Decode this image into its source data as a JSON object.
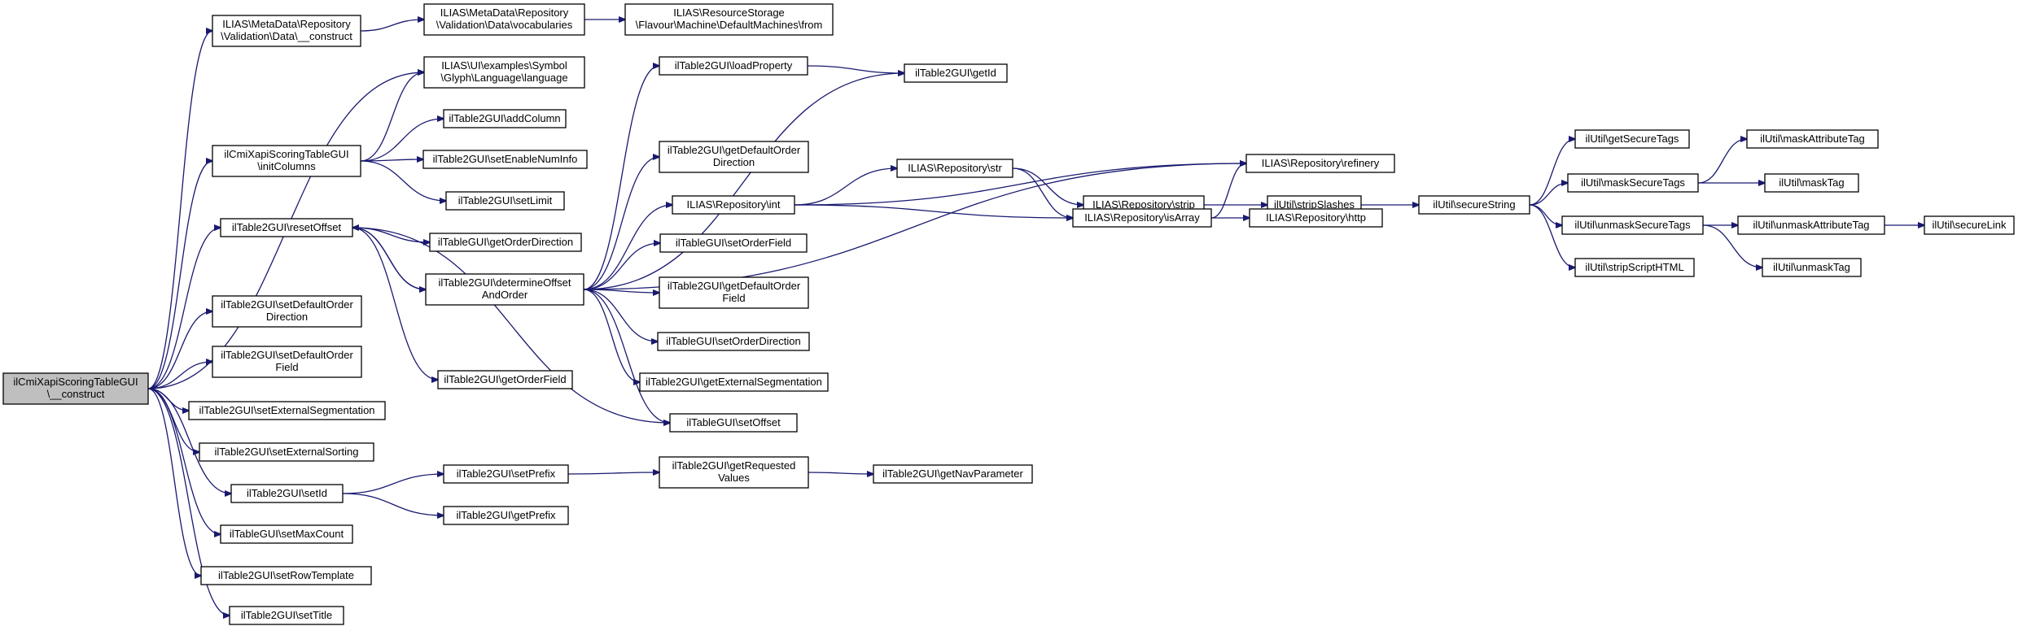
{
  "graph": {
    "edge_color": "#191970",
    "root_fill": "#bfbfbf",
    "node_fill": "#ffffff",
    "nodes": [
      {
        "id": "n0",
        "lines": [
          "ilCmiXapiScoringTableGUI",
          "\\__construct"
        ],
        "root": true
      },
      {
        "id": "n1",
        "lines": [
          "ILIAS\\MetaData\\Repository",
          "\\Validation\\Data\\__construct"
        ]
      },
      {
        "id": "n2",
        "lines": [
          "ILIAS\\MetaData\\Repository",
          "\\Validation\\Data\\vocabularies"
        ]
      },
      {
        "id": "n3",
        "lines": [
          "ILIAS\\ResourceStorage",
          "\\Flavour\\Machine\\DefaultMachines\\from"
        ]
      },
      {
        "id": "n4",
        "lines": [
          "ILIAS\\UI\\examples\\Symbol",
          "\\Glyph\\Language\\language"
        ]
      },
      {
        "id": "n5",
        "lines": [
          "ilCmiXapiScoringTableGUI",
          "\\initColumns"
        ]
      },
      {
        "id": "n6",
        "lines": [
          "ilTable2GUI\\addColumn"
        ]
      },
      {
        "id": "n7",
        "lines": [
          "ilTable2GUI\\setEnableNumInfo"
        ]
      },
      {
        "id": "n8",
        "lines": [
          "ilTable2GUI\\setLimit"
        ]
      },
      {
        "id": "n9",
        "lines": [
          "ilTable2GUI\\resetOffset"
        ]
      },
      {
        "id": "n10",
        "lines": [
          "ilTableGUI\\getOrderDirection"
        ]
      },
      {
        "id": "n11",
        "lines": [
          "ilTable2GUI\\determineOffset",
          "AndOrder"
        ]
      },
      {
        "id": "n12",
        "lines": [
          "ilTable2GUI\\getOrderField"
        ]
      },
      {
        "id": "n13",
        "lines": [
          "ilTable2GUI\\setDefaultOrder",
          "Direction"
        ]
      },
      {
        "id": "n14",
        "lines": [
          "ilTable2GUI\\setDefaultOrder",
          "Field"
        ]
      },
      {
        "id": "n15",
        "lines": [
          "ilTable2GUI\\setExternalSegmentation"
        ]
      },
      {
        "id": "n16",
        "lines": [
          "ilTable2GUI\\setExternalSorting"
        ]
      },
      {
        "id": "n17",
        "lines": [
          "ilTable2GUI\\setId"
        ]
      },
      {
        "id": "n18",
        "lines": [
          "ilTable2GUI\\setPrefix"
        ]
      },
      {
        "id": "n19",
        "lines": [
          "ilTable2GUI\\getPrefix"
        ]
      },
      {
        "id": "n20",
        "lines": [
          "ilTable2GUI\\getRequested",
          "Values"
        ]
      },
      {
        "id": "n21",
        "lines": [
          "ilTable2GUI\\getNavParameter"
        ]
      },
      {
        "id": "n22",
        "lines": [
          "ilTableGUI\\setMaxCount"
        ]
      },
      {
        "id": "n23",
        "lines": [
          "ilTable2GUI\\setRowTemplate"
        ]
      },
      {
        "id": "n24",
        "lines": [
          "ilTable2GUI\\setTitle"
        ]
      },
      {
        "id": "n25",
        "lines": [
          "ilTable2GUI\\loadProperty"
        ]
      },
      {
        "id": "n26",
        "lines": [
          "ilTable2GUI\\getId"
        ]
      },
      {
        "id": "n27",
        "lines": [
          "ilTable2GUI\\getDefaultOrder",
          "Direction"
        ]
      },
      {
        "id": "n28",
        "lines": [
          "ILIAS\\Repository\\int"
        ]
      },
      {
        "id": "n29",
        "lines": [
          "ilTableGUI\\setOrderField"
        ]
      },
      {
        "id": "n30",
        "lines": [
          "ilTable2GUI\\getDefaultOrder",
          "Field"
        ]
      },
      {
        "id": "n31",
        "lines": [
          "ilTableGUI\\setOrderDirection"
        ]
      },
      {
        "id": "n32",
        "lines": [
          "ilTable2GUI\\getExternalSegmentation"
        ]
      },
      {
        "id": "n33",
        "lines": [
          "ilTableGUI\\setOffset"
        ]
      },
      {
        "id": "n34",
        "lines": [
          "ILIAS\\Repository\\str"
        ]
      },
      {
        "id": "n35",
        "lines": [
          "ILIAS\\Repository\\strip"
        ]
      },
      {
        "id": "n36",
        "lines": [
          "ILIAS\\Repository\\isArray"
        ]
      },
      {
        "id": "n37",
        "lines": [
          "ILIAS\\Repository\\refinery"
        ]
      },
      {
        "id": "n38",
        "lines": [
          "ilUtil\\stripSlashes"
        ]
      },
      {
        "id": "n39",
        "lines": [
          "ILIAS\\Repository\\http"
        ]
      },
      {
        "id": "n40",
        "lines": [
          "ilUtil\\secureString"
        ]
      },
      {
        "id": "n41",
        "lines": [
          "ilUtil\\getSecureTags"
        ]
      },
      {
        "id": "n42",
        "lines": [
          "ilUtil\\maskSecureTags"
        ]
      },
      {
        "id": "n43",
        "lines": [
          "ilUtil\\unmaskSecureTags"
        ]
      },
      {
        "id": "n44",
        "lines": [
          "ilUtil\\stripScriptHTML"
        ]
      },
      {
        "id": "n45",
        "lines": [
          "ilUtil\\maskAttributeTag"
        ]
      },
      {
        "id": "n46",
        "lines": [
          "ilUtil\\maskTag"
        ]
      },
      {
        "id": "n47",
        "lines": [
          "ilUtil\\unmaskAttributeTag"
        ]
      },
      {
        "id": "n48",
        "lines": [
          "ilUtil\\unmaskTag"
        ]
      },
      {
        "id": "n49",
        "lines": [
          "ilUtil\\secureLink"
        ]
      }
    ],
    "edges": [
      [
        "n0",
        "n1"
      ],
      [
        "n0",
        "n4"
      ],
      [
        "n0",
        "n5"
      ],
      [
        "n0",
        "n9"
      ],
      [
        "n0",
        "n13"
      ],
      [
        "n0",
        "n14"
      ],
      [
        "n0",
        "n15"
      ],
      [
        "n0",
        "n16"
      ],
      [
        "n0",
        "n17"
      ],
      [
        "n0",
        "n22"
      ],
      [
        "n0",
        "n23"
      ],
      [
        "n0",
        "n24"
      ],
      [
        "n1",
        "n2"
      ],
      [
        "n2",
        "n3"
      ],
      [
        "n5",
        "n4"
      ],
      [
        "n5",
        "n6"
      ],
      [
        "n5",
        "n7"
      ],
      [
        "n5",
        "n8"
      ],
      [
        "n9",
        "n10"
      ],
      [
        "n9",
        "n11"
      ],
      [
        "n9",
        "n12"
      ],
      [
        "n9",
        "n33"
      ],
      [
        "n11",
        "n25"
      ],
      [
        "n11",
        "n26"
      ],
      [
        "n11",
        "n27"
      ],
      [
        "n11",
        "n28"
      ],
      [
        "n11",
        "n29"
      ],
      [
        "n11",
        "n30"
      ],
      [
        "n11",
        "n31"
      ],
      [
        "n11",
        "n32"
      ],
      [
        "n11",
        "n33"
      ],
      [
        "n11",
        "n37"
      ],
      [
        "n11",
        "n9"
      ],
      [
        "n25",
        "n26"
      ],
      [
        "n28",
        "n34"
      ],
      [
        "n28",
        "n36"
      ],
      [
        "n28",
        "n37"
      ],
      [
        "n34",
        "n35"
      ],
      [
        "n34",
        "n36"
      ],
      [
        "n35",
        "n38"
      ],
      [
        "n36",
        "n37"
      ],
      [
        "n36",
        "n39"
      ],
      [
        "n38",
        "n40"
      ],
      [
        "n40",
        "n41"
      ],
      [
        "n40",
        "n42"
      ],
      [
        "n40",
        "n43"
      ],
      [
        "n40",
        "n44"
      ],
      [
        "n42",
        "n45"
      ],
      [
        "n42",
        "n46"
      ],
      [
        "n43",
        "n47"
      ],
      [
        "n43",
        "n48"
      ],
      [
        "n47",
        "n49"
      ],
      [
        "n17",
        "n18"
      ],
      [
        "n17",
        "n19"
      ],
      [
        "n18",
        "n20"
      ],
      [
        "n20",
        "n21"
      ]
    ]
  }
}
